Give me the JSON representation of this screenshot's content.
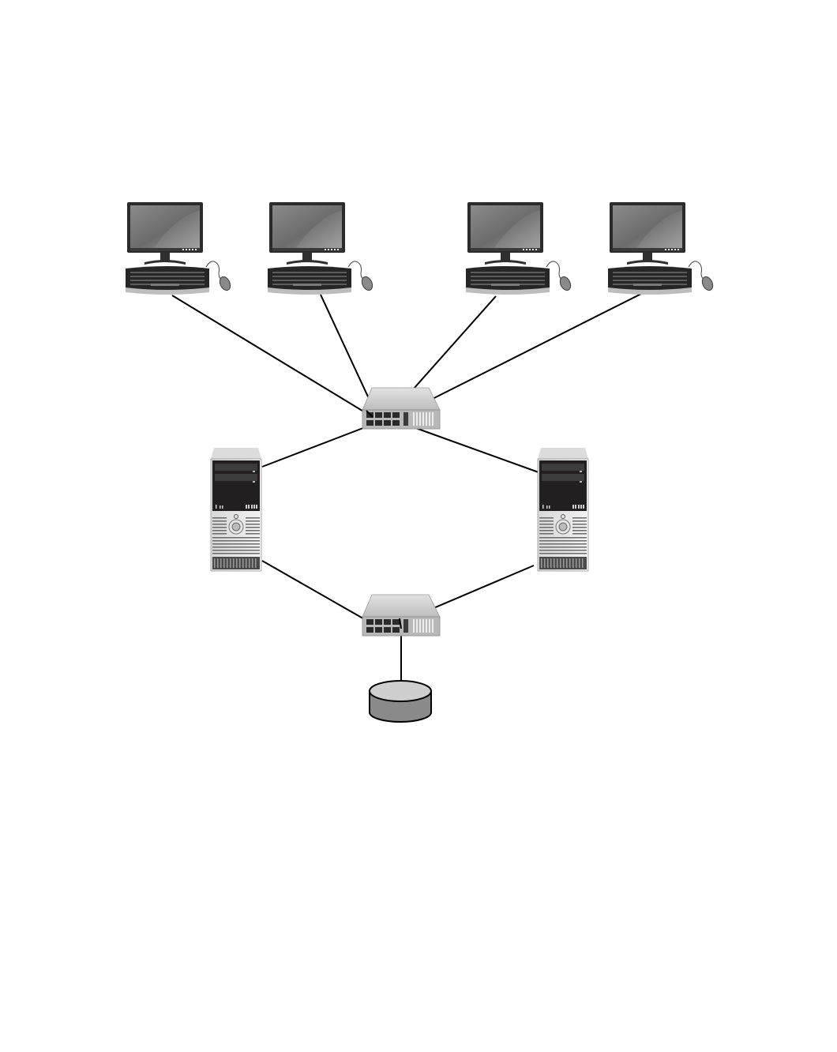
{
  "diagram": {
    "nodes": [
      {
        "id": "workstation-1",
        "icon": "workstation-icon"
      },
      {
        "id": "workstation-2",
        "icon": "workstation-icon"
      },
      {
        "id": "workstation-3",
        "icon": "workstation-icon"
      },
      {
        "id": "workstation-4",
        "icon": "workstation-icon"
      },
      {
        "id": "switch-top",
        "icon": "network-switch-icon"
      },
      {
        "id": "server-left",
        "icon": "server-tower-icon"
      },
      {
        "id": "server-right",
        "icon": "server-tower-icon"
      },
      {
        "id": "switch-bottom",
        "icon": "network-switch-icon"
      },
      {
        "id": "storage",
        "icon": "disk-storage-icon"
      }
    ],
    "links": [
      [
        "workstation-1",
        "switch-top"
      ],
      [
        "workstation-2",
        "switch-top"
      ],
      [
        "workstation-3",
        "switch-top"
      ],
      [
        "workstation-4",
        "switch-top"
      ],
      [
        "switch-top",
        "server-left"
      ],
      [
        "switch-top",
        "server-right"
      ],
      [
        "server-left",
        "switch-bottom"
      ],
      [
        "server-right",
        "switch-bottom"
      ],
      [
        "switch-bottom",
        "storage"
      ]
    ],
    "colors": {
      "line": "#000000",
      "monitor_screen": "#6f6f6f",
      "device_body": "#cfcfcf",
      "server_front": "#231f20",
      "storage_top": "#cfcfcf",
      "storage_side": "#8a8a8a"
    }
  }
}
